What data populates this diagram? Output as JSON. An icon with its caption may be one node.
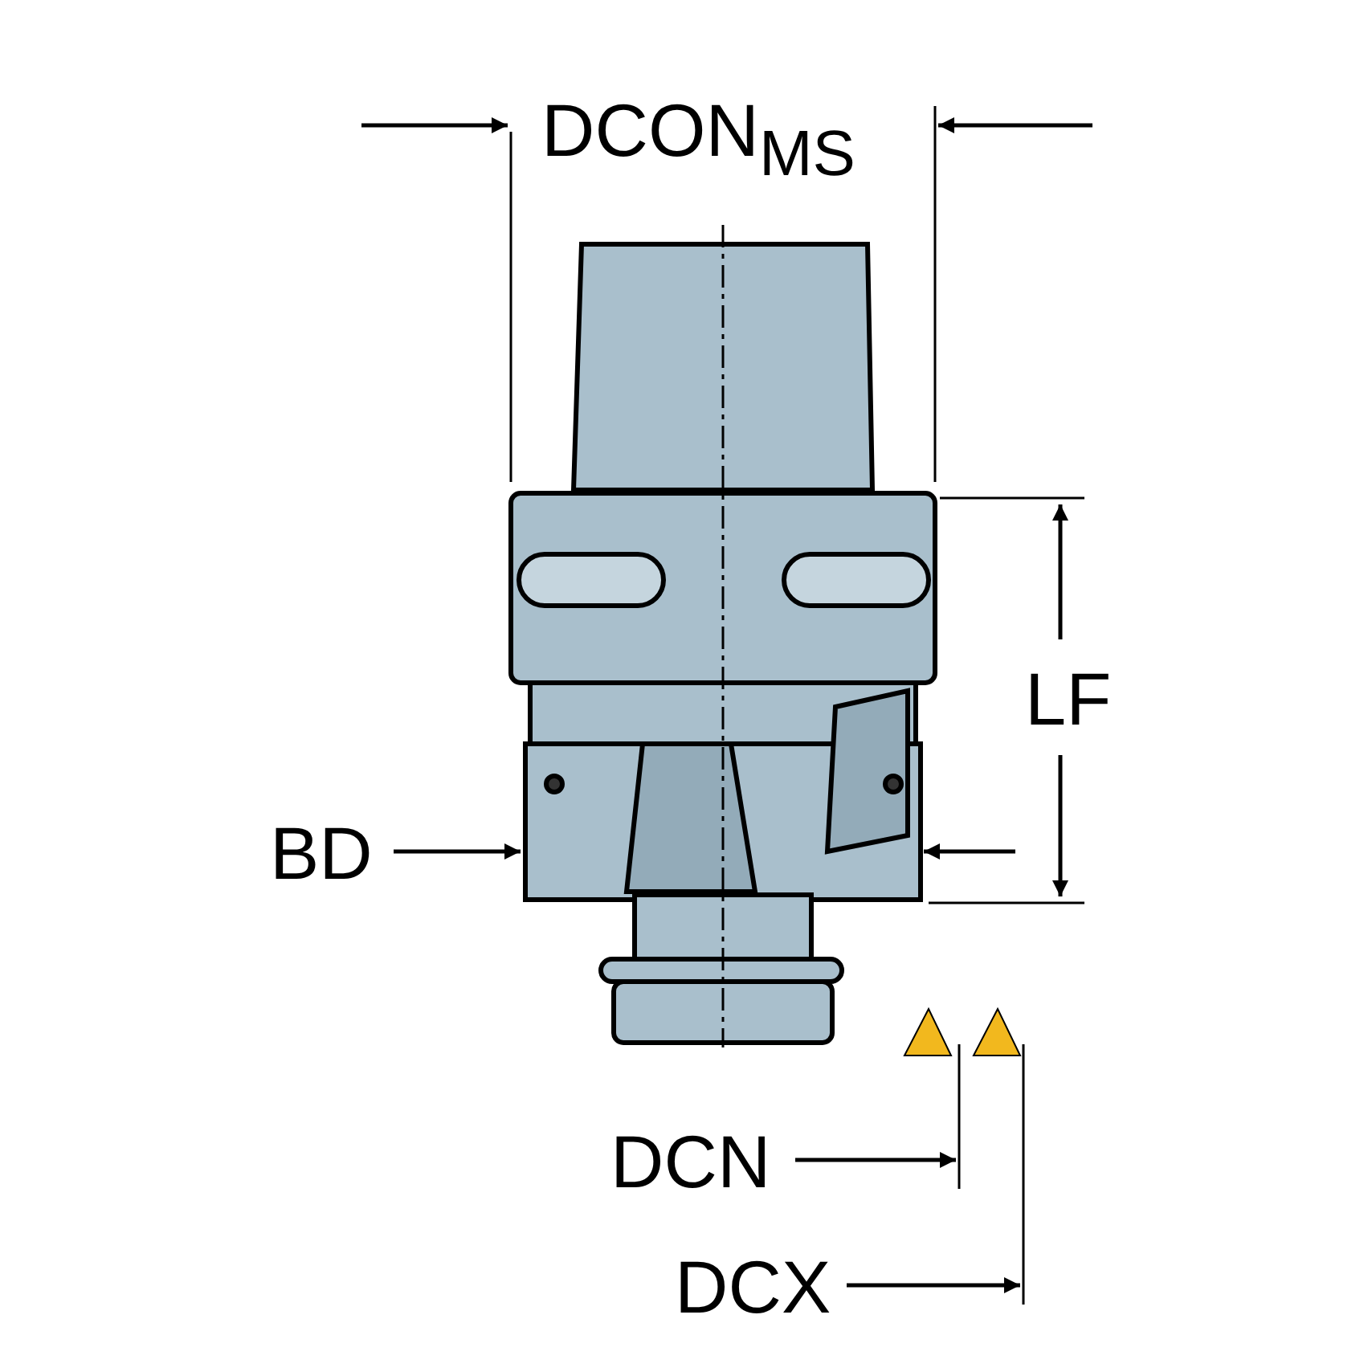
{
  "diagram": {
    "labels": [
      "DCON$_{MS}$",
      "LF",
      "BD",
      "DCN",
      "DCX"
    ]
  }
}
